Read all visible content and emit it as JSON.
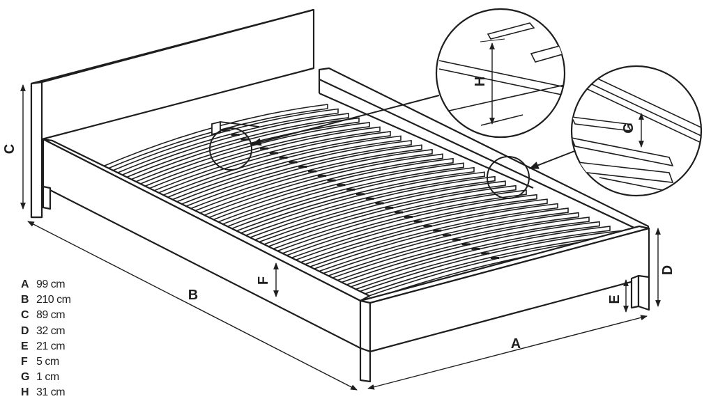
{
  "dimension_labels": {
    "A": "A",
    "B": "B",
    "C": "C",
    "D": "D",
    "E": "E",
    "F": "F",
    "G": "G",
    "H": "H"
  },
  "legend": [
    {
      "key": "A",
      "value": "99 cm"
    },
    {
      "key": "B",
      "value": "210 cm"
    },
    {
      "key": "C",
      "value": "89 cm"
    },
    {
      "key": "D",
      "value": "32 cm"
    },
    {
      "key": "E",
      "value": "21 cm"
    },
    {
      "key": "F",
      "value": "5 cm"
    },
    {
      "key": "G",
      "value": "1 cm"
    },
    {
      "key": "H",
      "value": "31 cm"
    }
  ],
  "colors": {
    "line": "#1e1e1e",
    "background": "#ffffff"
  }
}
